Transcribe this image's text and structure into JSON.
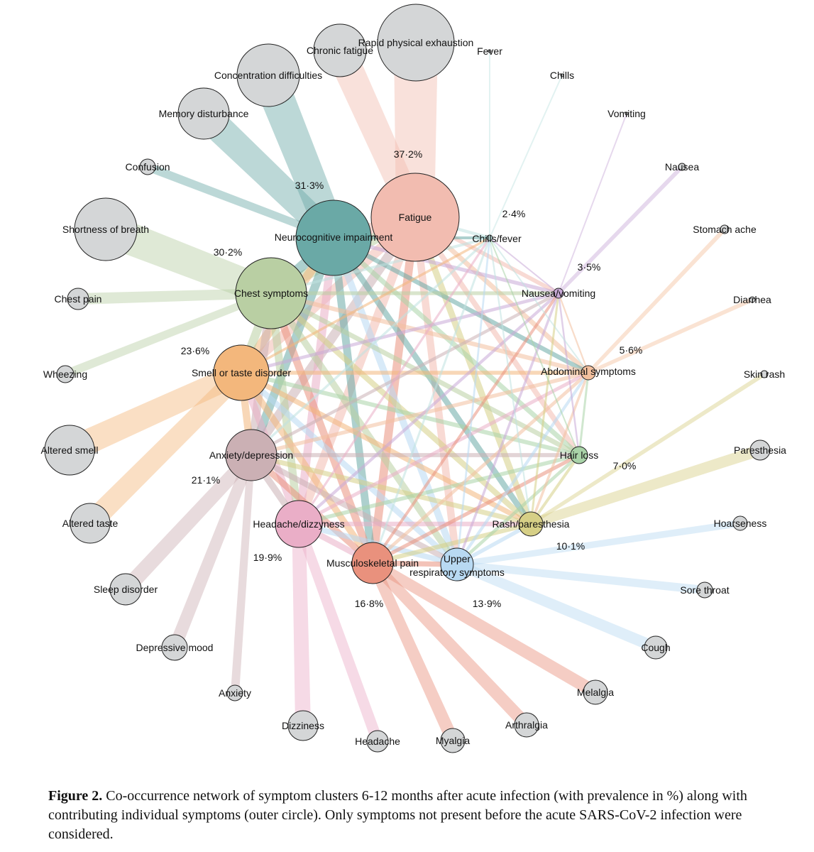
{
  "clusters": [
    {
      "id": "fatigue",
      "label": "Fatigue",
      "color": "#f2bcb0",
      "prevalence": "37·2%"
    },
    {
      "id": "neuro",
      "label": "Neurocognitive impairment",
      "color": "#6aa9a6",
      "prevalence": "31·3%"
    },
    {
      "id": "chest",
      "label": "Chest symptoms",
      "color": "#b9cfa3",
      "prevalence": "30·2%"
    },
    {
      "id": "smell",
      "label": "Smell or taste disorder",
      "color": "#f3b77c",
      "prevalence": "23·6%"
    },
    {
      "id": "anxiety",
      "label": "Anxiety/depression",
      "color": "#cbb0b4",
      "prevalence": "21·1%"
    },
    {
      "id": "headache",
      "label": "Headache/dizzyness",
      "color": "#eaaec7",
      "prevalence": "19·9%"
    },
    {
      "id": "musculo",
      "label": "Musculoskeletal pain",
      "color": "#e9917d",
      "prevalence": "16·8%"
    },
    {
      "id": "ursymp",
      "label_line1": "Upper",
      "label_line2": "respiratory symptoms",
      "color": "#b8d9f2",
      "prevalence": "13·9%"
    },
    {
      "id": "rash",
      "label": "Rash/paresthesia",
      "color": "#d6cf86",
      "prevalence": "10·1%"
    },
    {
      "id": "hair",
      "label": "Hair loss",
      "color": "#a9d3a8",
      "prevalence": "7·0%"
    },
    {
      "id": "abdominal",
      "label": "Abdominal symptoms",
      "color": "#f3c09e",
      "prevalence": "5·6%"
    },
    {
      "id": "nausea",
      "label": "Nausea/vomiting",
      "color": "#c8a9d7",
      "prevalence": "3·5%"
    },
    {
      "id": "chills",
      "label": "Chills/fever",
      "color": "#bfe2e0",
      "prevalence": "2·4%"
    }
  ],
  "symptoms": [
    {
      "id": "rapid",
      "label": "Rapid physical exhaustion",
      "cluster": "fatigue"
    },
    {
      "id": "chronic",
      "label": "Chronic fatigue",
      "cluster": "fatigue"
    },
    {
      "id": "concentration",
      "label": "Concentration difficulties",
      "cluster": "neuro"
    },
    {
      "id": "memory",
      "label": "Memory disturbance",
      "cluster": "neuro"
    },
    {
      "id": "confusion",
      "label": "Confusion",
      "cluster": "neuro"
    },
    {
      "id": "sob",
      "label": "Shortness of breath",
      "cluster": "chest"
    },
    {
      "id": "chestpain",
      "label": "Chest pain",
      "cluster": "chest"
    },
    {
      "id": "wheezing",
      "label": "Wheezing",
      "cluster": "chest"
    },
    {
      "id": "alteredsmell",
      "label": "Altered smell",
      "cluster": "smell"
    },
    {
      "id": "alteredtaste",
      "label": "Altered taste",
      "cluster": "smell"
    },
    {
      "id": "sleep",
      "label": "Sleep disorder",
      "cluster": "anxiety"
    },
    {
      "id": "depressive",
      "label": "Depressive mood",
      "cluster": "anxiety"
    },
    {
      "id": "anxietysym",
      "label": "Anxiety",
      "cluster": "anxiety"
    },
    {
      "id": "dizziness",
      "label": "Dizziness",
      "cluster": "headache"
    },
    {
      "id": "headachesym",
      "label": "Headache",
      "cluster": "headache"
    },
    {
      "id": "myalgia",
      "label": "Myalgia",
      "cluster": "musculo"
    },
    {
      "id": "arthralgia",
      "label": "Arthralgia",
      "cluster": "musculo"
    },
    {
      "id": "melalgia",
      "label": "Melalgia",
      "cluster": "musculo"
    },
    {
      "id": "cough",
      "label": "Cough",
      "cluster": "ursymp"
    },
    {
      "id": "sorethroat",
      "label": "Sore throat",
      "cluster": "ursymp"
    },
    {
      "id": "hoarseness",
      "label": "Hoarseness",
      "cluster": "ursymp"
    },
    {
      "id": "paresthesia",
      "label": "Paresthesia",
      "cluster": "rash"
    },
    {
      "id": "skinrash",
      "label": "Skin rash",
      "cluster": "rash"
    },
    {
      "id": "diarrhea",
      "label": "Diarrhea",
      "cluster": "abdominal"
    },
    {
      "id": "stomach",
      "label": "Stomach ache",
      "cluster": "abdominal"
    },
    {
      "id": "nauseasym",
      "label": "Nausea",
      "cluster": "nausea"
    },
    {
      "id": "vomiting",
      "label": "Vomiting",
      "cluster": "nausea"
    },
    {
      "id": "chillssym",
      "label": "Chills",
      "cluster": "chills"
    },
    {
      "id": "fever",
      "label": "Fever",
      "cluster": "chills"
    }
  ],
  "colors": {
    "symptom_node": "#d4d6d7",
    "node_outline": "#222222"
  },
  "caption": {
    "label": "Figure 2.",
    "text": " Co-occurrence network of symptom clusters 6-12 months after acute infection (with prevalence in %) along with contributing individual symptoms (outer circle). Only symptoms not present before the acute SARS-CoV-2 infection were considered."
  }
}
